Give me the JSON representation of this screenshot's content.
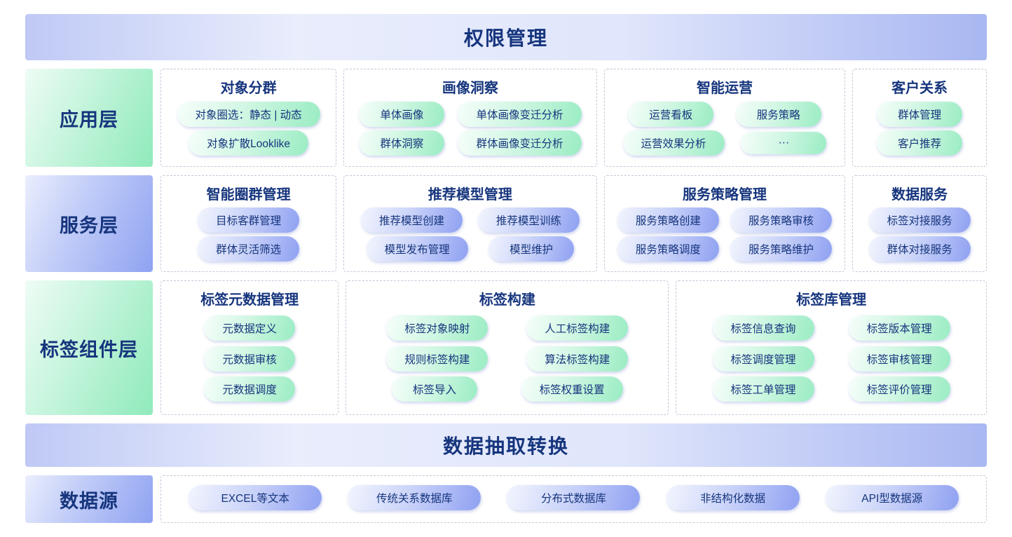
{
  "rows": [
    {
      "type": "banner",
      "id": "permission-banner",
      "text": "权限管理"
    },
    {
      "type": "layer",
      "id": "app-layer",
      "theme": "green",
      "label": "应用层",
      "sections": [
        {
          "title": "对象分群",
          "flex": 1.35,
          "pills": [
            [
              "对象圈选：静态 | 动态"
            ],
            [
              "对象扩散Looklike"
            ]
          ]
        },
        {
          "title": "画像洞察",
          "flex": 2.0,
          "pills": [
            [
              "单体画像",
              "单体画像变迁分析"
            ],
            [
              "群体洞察",
              "群体画像变迁分析"
            ]
          ]
        },
        {
          "title": "智能运营",
          "flex": 1.9,
          "pills": [
            [
              "运营看板",
              "服务策略"
            ],
            [
              "运营效果分析",
              "···"
            ]
          ]
        },
        {
          "title": "客户关系",
          "flex": 1.0,
          "pills": [
            [
              "群体管理"
            ],
            [
              "客户推荐"
            ]
          ]
        }
      ]
    },
    {
      "type": "layer",
      "id": "service-layer",
      "theme": "blue",
      "label": "服务层",
      "sections": [
        {
          "title": "智能圈群管理",
          "flex": 1.35,
          "pills": [
            [
              "目标客群管理"
            ],
            [
              "群体灵活筛选"
            ]
          ]
        },
        {
          "title": "推荐模型管理",
          "flex": 2.0,
          "pills": [
            [
              "推荐模型创建",
              "推荐模型训练"
            ],
            [
              "模型发布管理",
              "模型维护"
            ]
          ]
        },
        {
          "title": "服务策略管理",
          "flex": 1.9,
          "pills": [
            [
              "服务策略创建",
              "服务策略审核"
            ],
            [
              "服务策略调度",
              "服务策略维护"
            ]
          ]
        },
        {
          "title": "数据服务",
          "flex": 1.0,
          "pills": [
            [
              "标签对接服务"
            ],
            [
              "群体对接服务"
            ]
          ]
        }
      ]
    },
    {
      "type": "layer",
      "id": "tag-component-layer",
      "theme": "green",
      "label": "标签组件层",
      "sections": [
        {
          "title": "标签元数据管理",
          "flex": 1.35,
          "pills": [
            [
              "元数据定义"
            ],
            [
              "元数据审核"
            ],
            [
              "元数据调度"
            ]
          ]
        },
        {
          "title": "标签构建",
          "flex": 2.55,
          "pills": [
            [
              "标签对象映射",
              "人工标签构建"
            ],
            [
              "规则标签构建",
              "算法标签构建"
            ],
            [
              "标签导入",
              "标签权重设置"
            ]
          ]
        },
        {
          "title": "标签库管理",
          "flex": 2.45,
          "pills": [
            [
              "标签信息查询",
              "标签版本管理"
            ],
            [
              "标签调度管理",
              "标签审核管理"
            ],
            [
              "标签工单管理",
              "标签评价管理"
            ]
          ]
        }
      ]
    },
    {
      "type": "banner",
      "id": "etl-banner",
      "text": "数据抽取转换"
    },
    {
      "type": "layer",
      "id": "data-source",
      "theme": "blue",
      "label": "数据源",
      "sections": [
        {
          "title": "",
          "flex": 1.0,
          "pills": [
            [
              "EXCEL等文本",
              "传统关系数据库",
              "分布式数据库",
              "非结构化数据",
              "API型数据源"
            ]
          ]
        }
      ]
    }
  ]
}
